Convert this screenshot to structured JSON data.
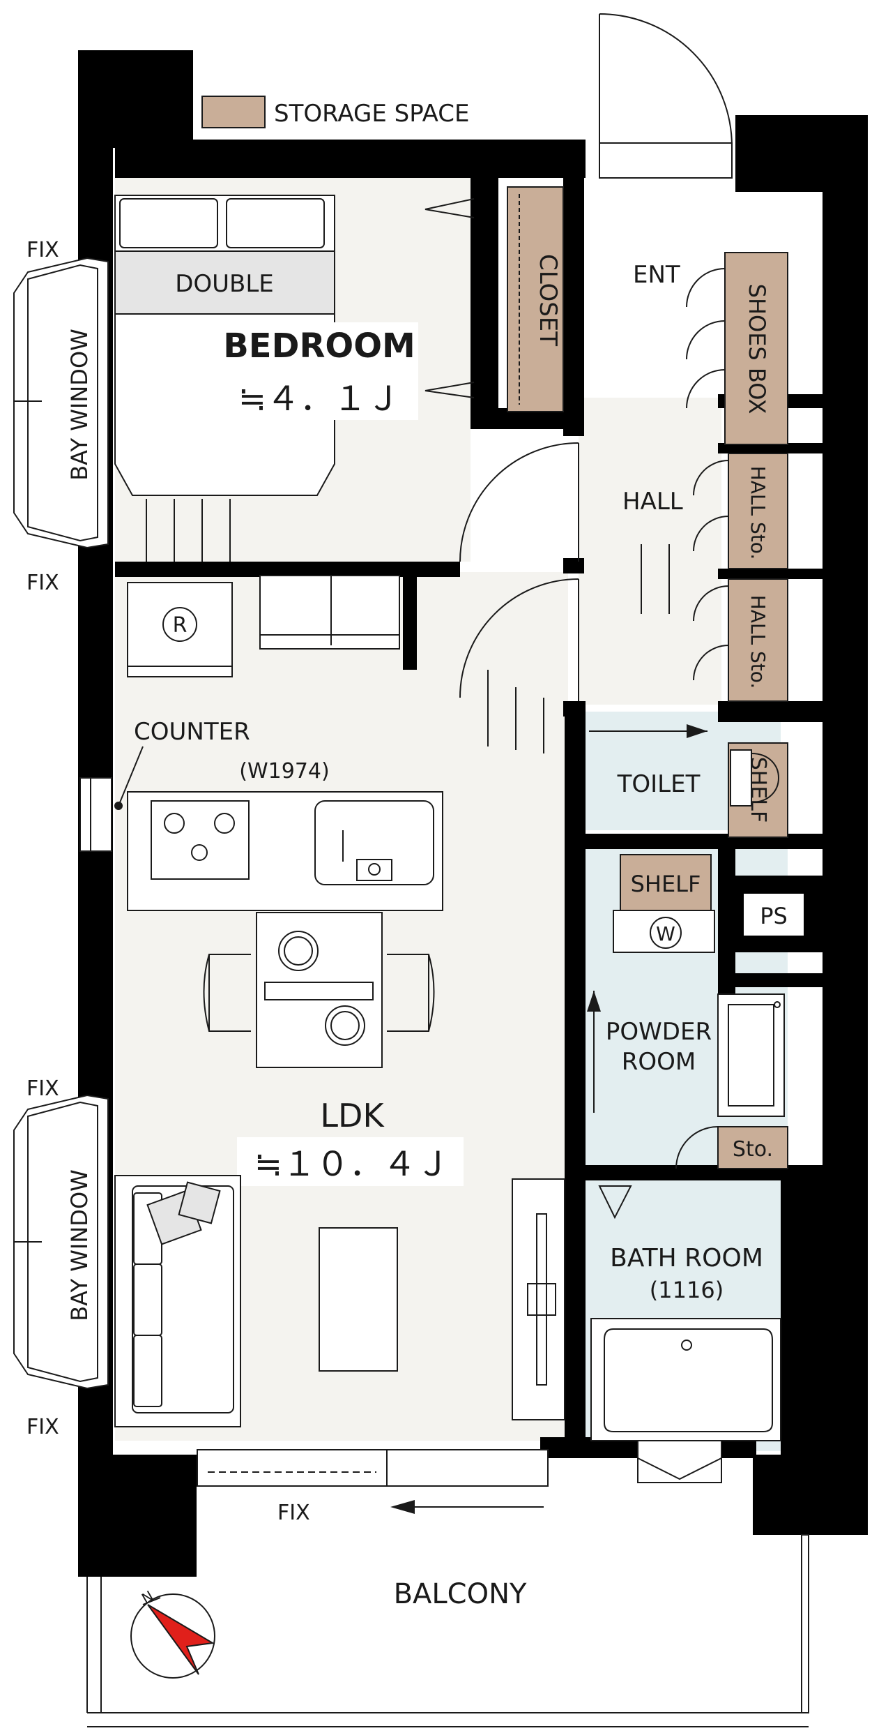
{
  "legend": {
    "storage_label": "STORAGE SPACE",
    "storage_color": "#c9ae98"
  },
  "rooms": {
    "bedroom": {
      "name": "BEDROOM",
      "area": "≒４．１Ｊ"
    },
    "ldk": {
      "name": "LDK",
      "area": "≒１０．４Ｊ"
    },
    "ent": "ENT",
    "hall": "HALL",
    "toilet": "TOILET",
    "powder_room": {
      "line1": "POWDER",
      "line2": "ROOM"
    },
    "bath_room": {
      "name": "BATH ROOM",
      "size": "(1116)"
    },
    "balcony": "BALCONY"
  },
  "storage": {
    "closet": "CLOSET",
    "shoes_box": "SHOES BOX",
    "hall_sto_1": "HALL Sto.",
    "hall_sto_2": "HALL Sto.",
    "shelf_toilet": "SHELF",
    "shelf_powder": "SHELF",
    "sto": "Sto."
  },
  "fixtures": {
    "double_bed": "DOUBLE",
    "bay_window_top": "BAY WINDOW",
    "bay_window_bottom": "BAY WINDOW",
    "counter": "COUNTER",
    "counter_width": "(W1974)",
    "fridge": "R",
    "washer": "W",
    "ps": "PS",
    "fix_top_bay_upper": "FIX",
    "fix_top_bay_lower": "FIX",
    "fix_bottom_bay_upper": "FIX",
    "fix_bottom_bay_lower": "FIX",
    "fix_balcony": "FIX"
  },
  "compass": {
    "label": "N",
    "color": "#e0201b"
  }
}
